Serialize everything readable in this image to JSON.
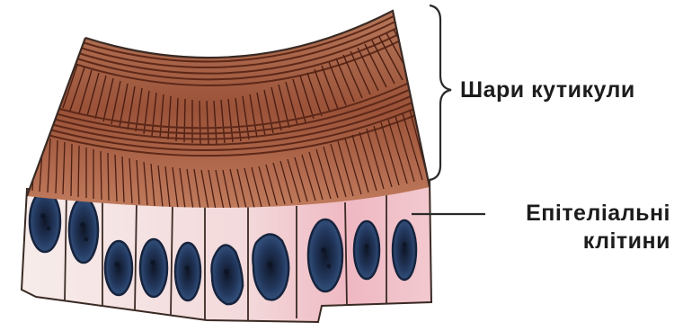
{
  "labels": {
    "cuticle_layers": "Шари кутикули",
    "epithelial_line1": "Епітеліальні",
    "epithelial_line2": "клітини"
  },
  "colors": {
    "outline": "#3a2a24",
    "cuticle_dark": "#7a3a24",
    "cuticle_light": "#c98a6c",
    "cell_fill": "#f6e4e2",
    "cell_pink": "#f0bcc4",
    "nucleus_dark": "#1d2a44",
    "nucleus_blue": "#2f4d7a"
  }
}
